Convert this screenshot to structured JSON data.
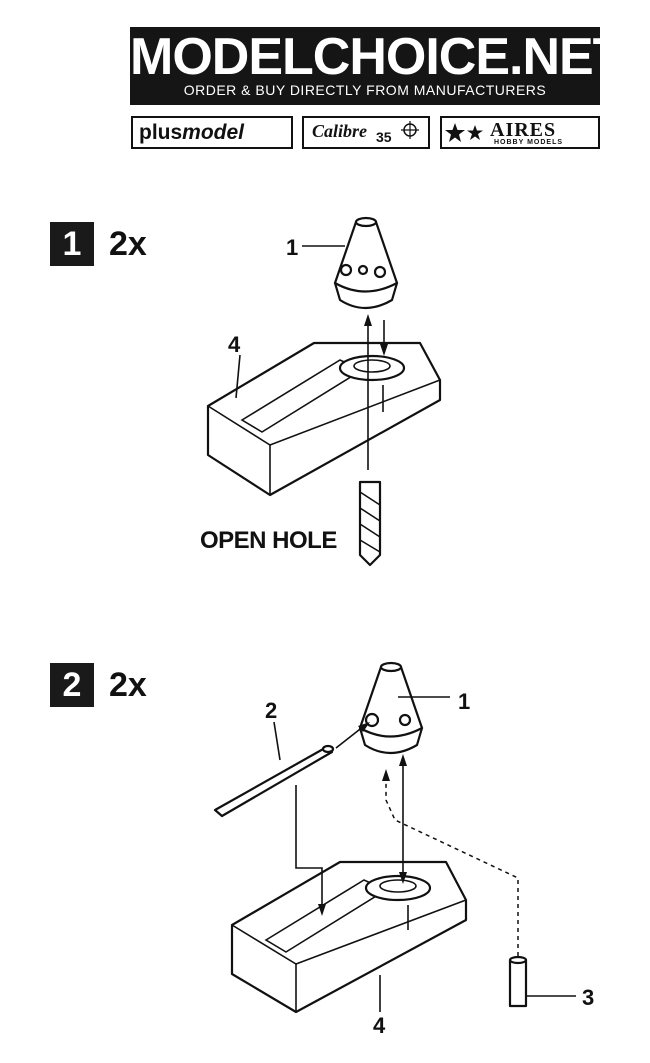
{
  "header": {
    "title": "MODELCHOICE.NET",
    "subtitle": "ORDER & BUY DIRECTLY FROM MANUFACTURERS"
  },
  "logos": {
    "plus_a": "plus",
    "plus_b": "model",
    "calibre": "Calibre",
    "calibre_num": "35",
    "aires": "AIRES",
    "aires_sub": "HOBBY MODELS"
  },
  "steps": [
    {
      "number": "1",
      "count": "2x",
      "callouts": [
        "1",
        "4"
      ],
      "note": "OPEN HOLE"
    },
    {
      "number": "2",
      "count": "2x",
      "callouts": [
        "2",
        "1",
        "3",
        "4"
      ]
    }
  ]
}
